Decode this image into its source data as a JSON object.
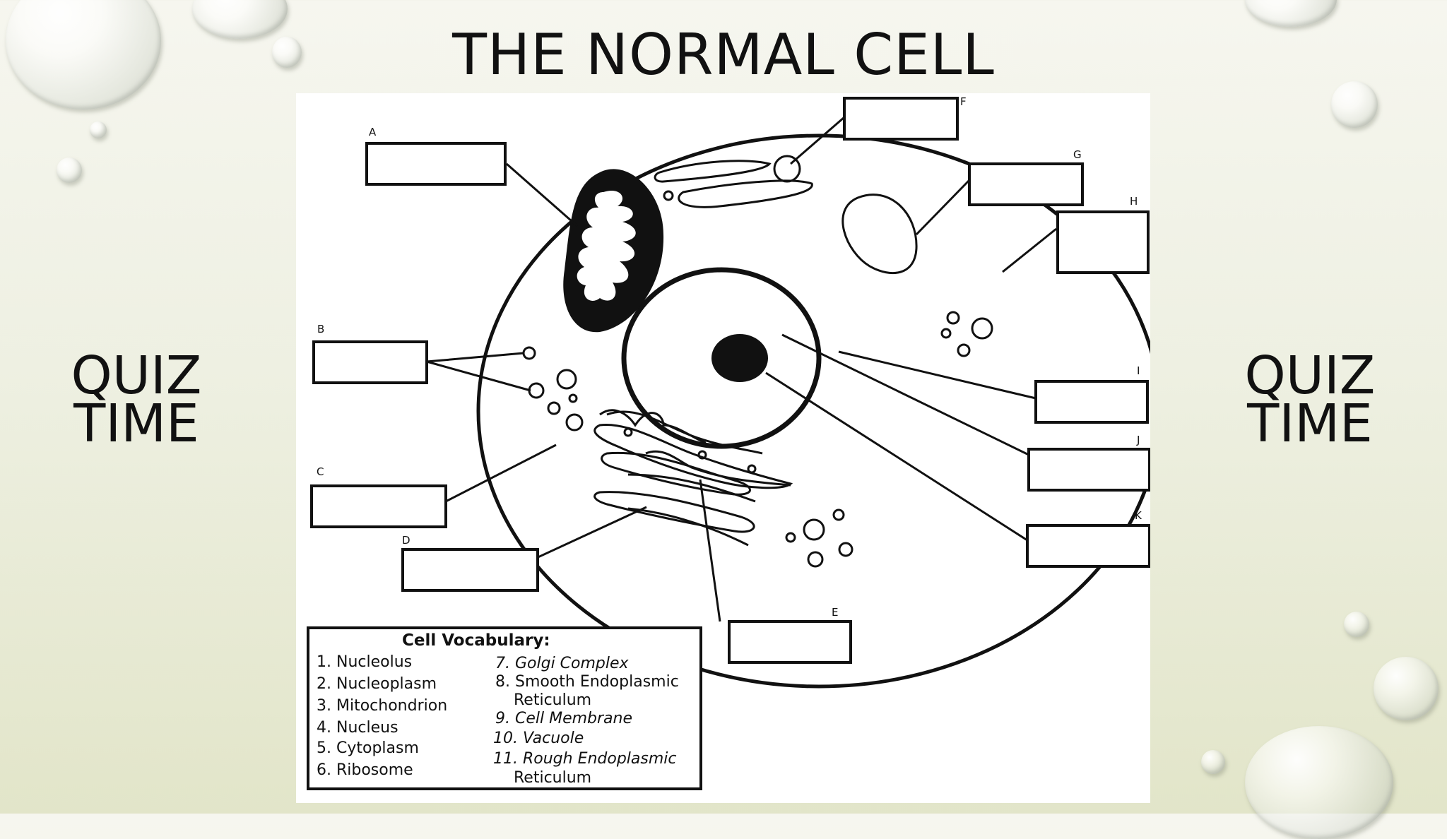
{
  "slide": {
    "title": "THE NORMAL CELL",
    "quiz_left": [
      "QUIZ",
      "TIME"
    ],
    "quiz_right": [
      "QUIZ",
      "TIME"
    ]
  },
  "diagram": {
    "box_labels": [
      "A",
      "B",
      "C",
      "D",
      "E",
      "F",
      "G",
      "H",
      "I",
      "J",
      "K"
    ]
  },
  "vocabulary": {
    "title": "Cell Vocabulary:",
    "left_items": [
      "1. Nucleolus",
      "2. Nucleoplasm",
      "3. Mitochondrion",
      "4. Nucleus",
      "5. Cytoplasm",
      "6. Ribosome"
    ],
    "right_items": [
      "7. Golgi Complex",
      "8. Smooth Endoplasmic",
      "Reticulum",
      "9. Cell  Membrane",
      "10. Vacuole",
      "11. Rough Endoplasmic",
      "Reticulum"
    ]
  }
}
